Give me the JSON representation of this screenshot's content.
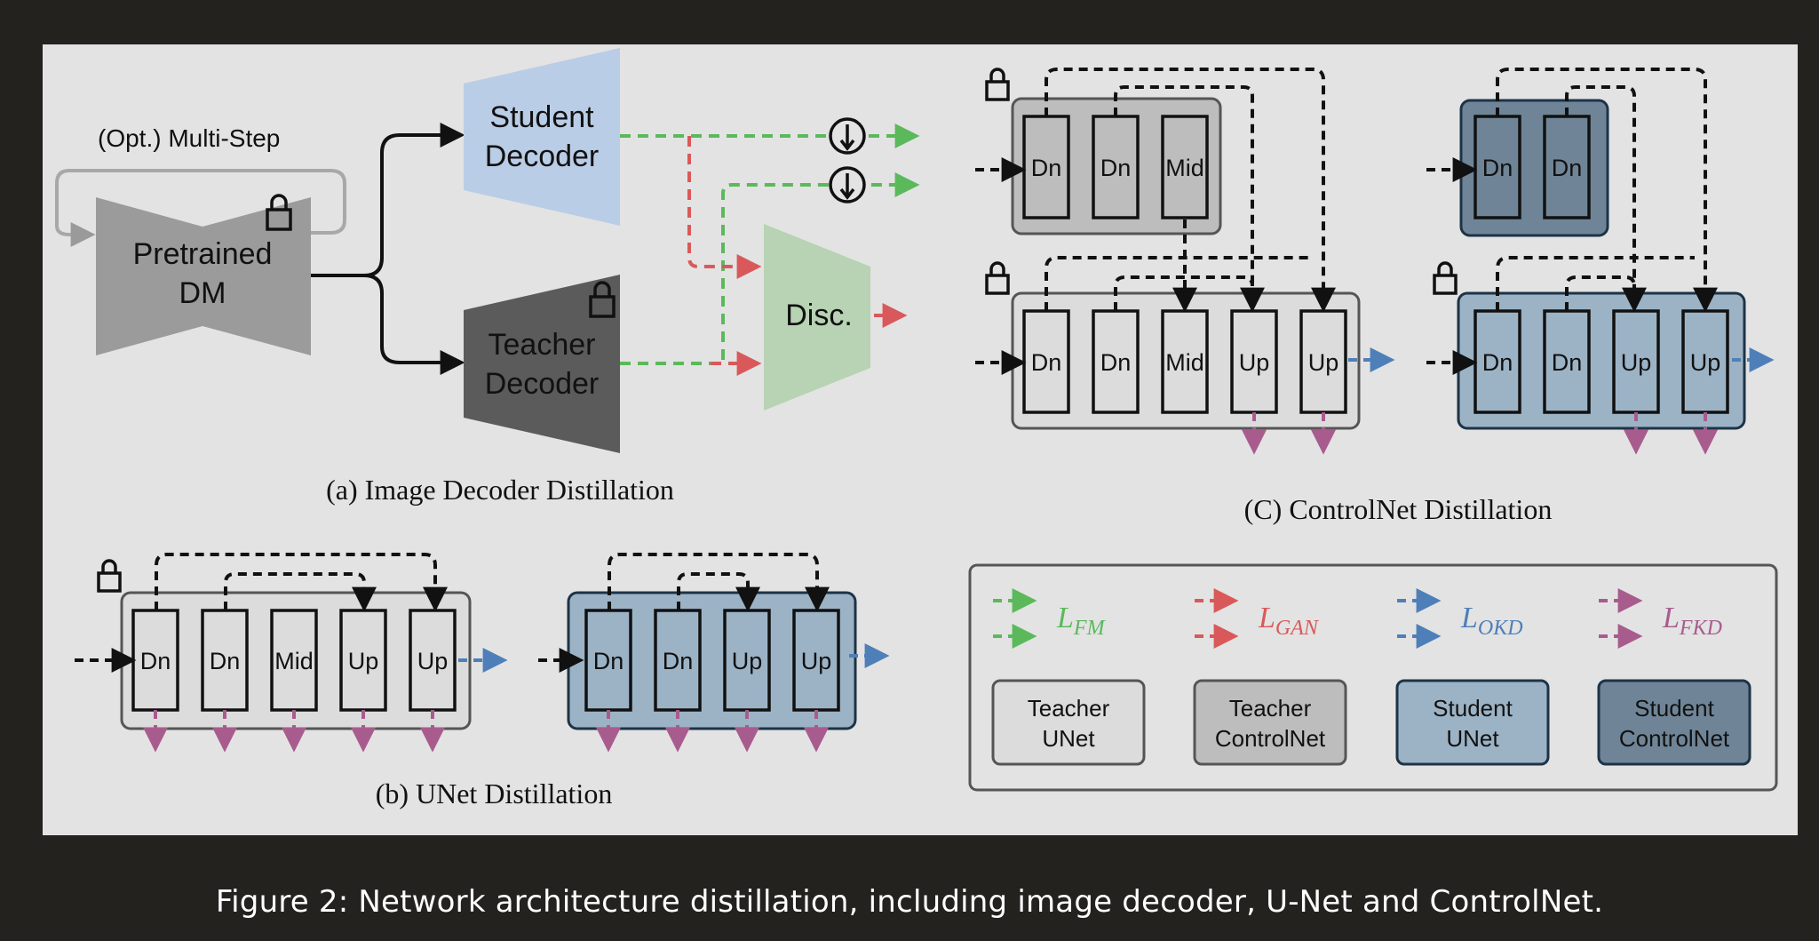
{
  "caption": "Figure 2: Network architecture distillation, including image decoder, U-Net and ControlNet.",
  "colors": {
    "background": "#23221f",
    "panel": "#e3e3e3",
    "fm_green": "#5bb95b",
    "gan_red": "#d9595a",
    "okd_blue": "#4f7fb8",
    "fkd_purple": "#a85c8e",
    "student_decoder": "#bacde6",
    "teacher_decoder": "#5b5b5b",
    "discriminator": "#b7d3b3",
    "pretrained_dm": "#9b9b9b",
    "teacher_unet": "#dcdcdc",
    "teacher_controlnet": "#bdbdbd",
    "student_unet": "#9cb3c6",
    "student_controlnet": "#6f8597"
  },
  "section_a": {
    "title": "(a) Image Decoder Distillation",
    "multistep_label": "(Opt.) Multi-Step",
    "pretrained_line1": "Pretrained",
    "pretrained_line2": "DM",
    "student_line1": "Student",
    "student_line2": "Decoder",
    "teacher_line1": "Teacher",
    "teacher_line2": "Decoder",
    "disc_label": "Disc."
  },
  "section_b": {
    "title": "(b) UNet Distillation",
    "teacher_blocks": [
      "Dn",
      "Dn",
      "Mid",
      "Up",
      "Up"
    ],
    "student_blocks": [
      "Dn",
      "Dn",
      "Up",
      "Up"
    ]
  },
  "section_c": {
    "title": "(C) ControlNet Distillation",
    "teacher_control_blocks": [
      "Dn",
      "Dn",
      "Mid"
    ],
    "teacher_unet_blocks": [
      "Dn",
      "Dn",
      "Mid",
      "Up",
      "Up"
    ],
    "student_control_blocks": [
      "Dn",
      "Dn"
    ],
    "student_unet_blocks": [
      "Dn",
      "Dn",
      "Up",
      "Up"
    ]
  },
  "legend": {
    "losses": [
      {
        "base": "L",
        "sub": "FM",
        "color": "#5bb95b"
      },
      {
        "base": "L",
        "sub": "GAN",
        "color": "#d9595a"
      },
      {
        "base": "L",
        "sub": "OKD",
        "color": "#4f7fb8"
      },
      {
        "base": "L",
        "sub": "FKD",
        "color": "#a85c8e"
      }
    ],
    "boxes": [
      {
        "line1": "Teacher",
        "line2": "UNet",
        "fill": "#dcdcdc"
      },
      {
        "line1": "Teacher",
        "line2": "ControlNet",
        "fill": "#bdbdbd"
      },
      {
        "line1": "Student",
        "line2": "UNet",
        "fill": "#9cb3c6"
      },
      {
        "line1": "Student",
        "line2": "ControlNet",
        "fill": "#6f8597"
      }
    ]
  }
}
